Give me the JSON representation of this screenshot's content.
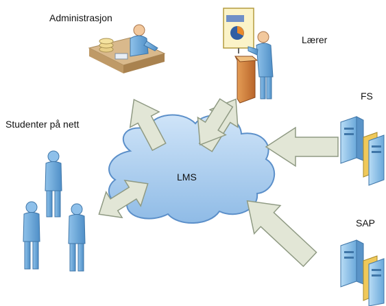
{
  "labels": {
    "administrasjon": "Administrasjon",
    "laerer": "Lærer",
    "studenter": "Studenter på nett",
    "lms": "LMS",
    "fs": "FS",
    "sap": "SAP"
  },
  "colors": {
    "cloud_fill": "#a9cdf0",
    "cloud_stroke": "#5b8fc9",
    "arrow_fill": "#e2e6d6",
    "arrow_stroke": "#8f9a83",
    "person": "#6fa8d8",
    "server": "#8cc0e8"
  }
}
